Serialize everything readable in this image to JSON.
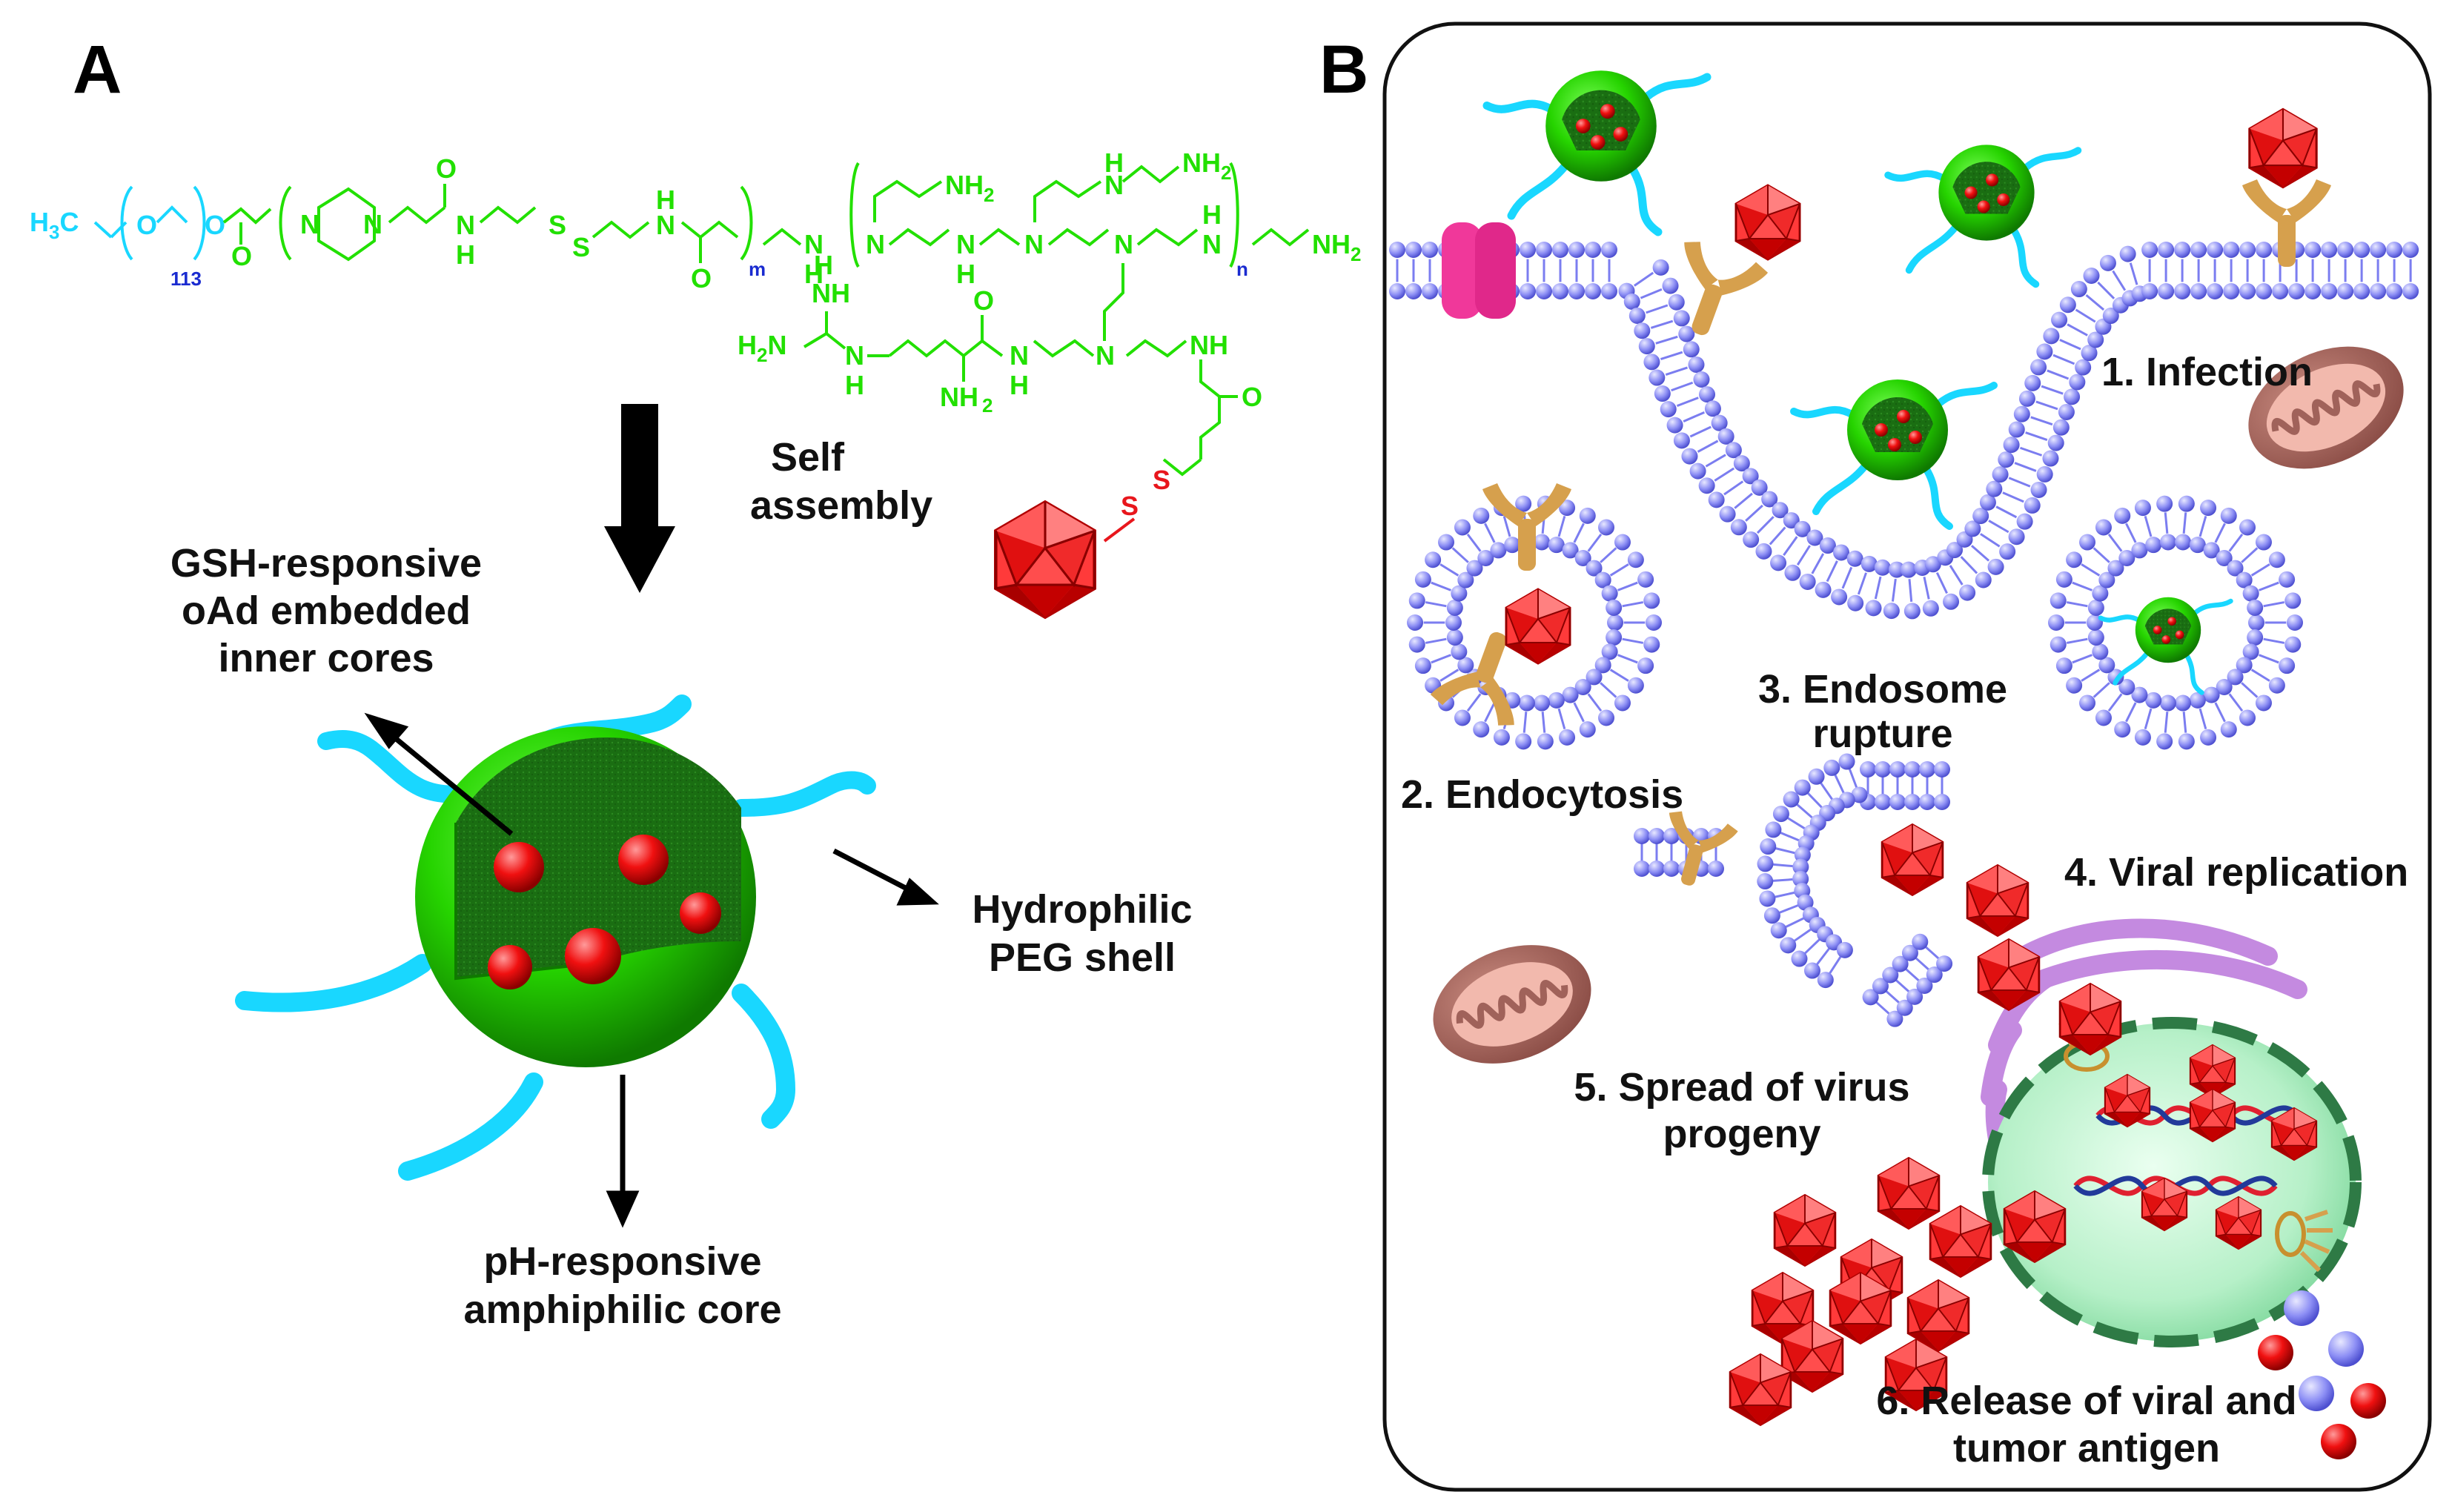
{
  "panel_a": {
    "panel_label": "A",
    "chem": {
      "methoxy_h": "H",
      "methoxy_sub": "3",
      "methoxy_c": "C",
      "o_atom": "O",
      "peg_n": "113",
      "amine_nh": "NH",
      "amine_nh2": "NH",
      "nh2_sub": "2",
      "n_atom": "N",
      "h_atom": "H",
      "s_atom": "S",
      "m_sub": "m",
      "n_sub": "n"
    },
    "arrow_label_line1": "Self",
    "arrow_label_line2": "assembly",
    "label_inner_cores": [
      "GSH-responsive",
      "oAd embedded",
      "inner cores"
    ],
    "label_peg_shell": [
      "Hydrophilic",
      "PEG shell"
    ],
    "label_amphiphilic_core": [
      "pH-responsive",
      "amphiphilic core"
    ]
  },
  "panel_b": {
    "panel_label": "B",
    "step1": "1. Infection",
    "step2": "2. Endocytosis",
    "step3": [
      "3. Endosome",
      "rupture"
    ],
    "step4": "4. Viral replication",
    "step5": [
      "5. Spread of virus",
      "progeny"
    ],
    "step6": [
      "6. Release of viral and",
      "tumor antigen"
    ]
  },
  "colors": {
    "green": "#22e000",
    "cyan": "#19d7ff",
    "blue_label": "#1a2bd0",
    "virus_red": "#e8161c",
    "membrane_blue": "#8d8ff5",
    "receptor_orange": "#d6a04d",
    "channel_pink": "#f0389a",
    "mito_brown": "#a0625a",
    "er_purple": "#c48ae0",
    "nucleus_green": "#b6f0c8"
  }
}
